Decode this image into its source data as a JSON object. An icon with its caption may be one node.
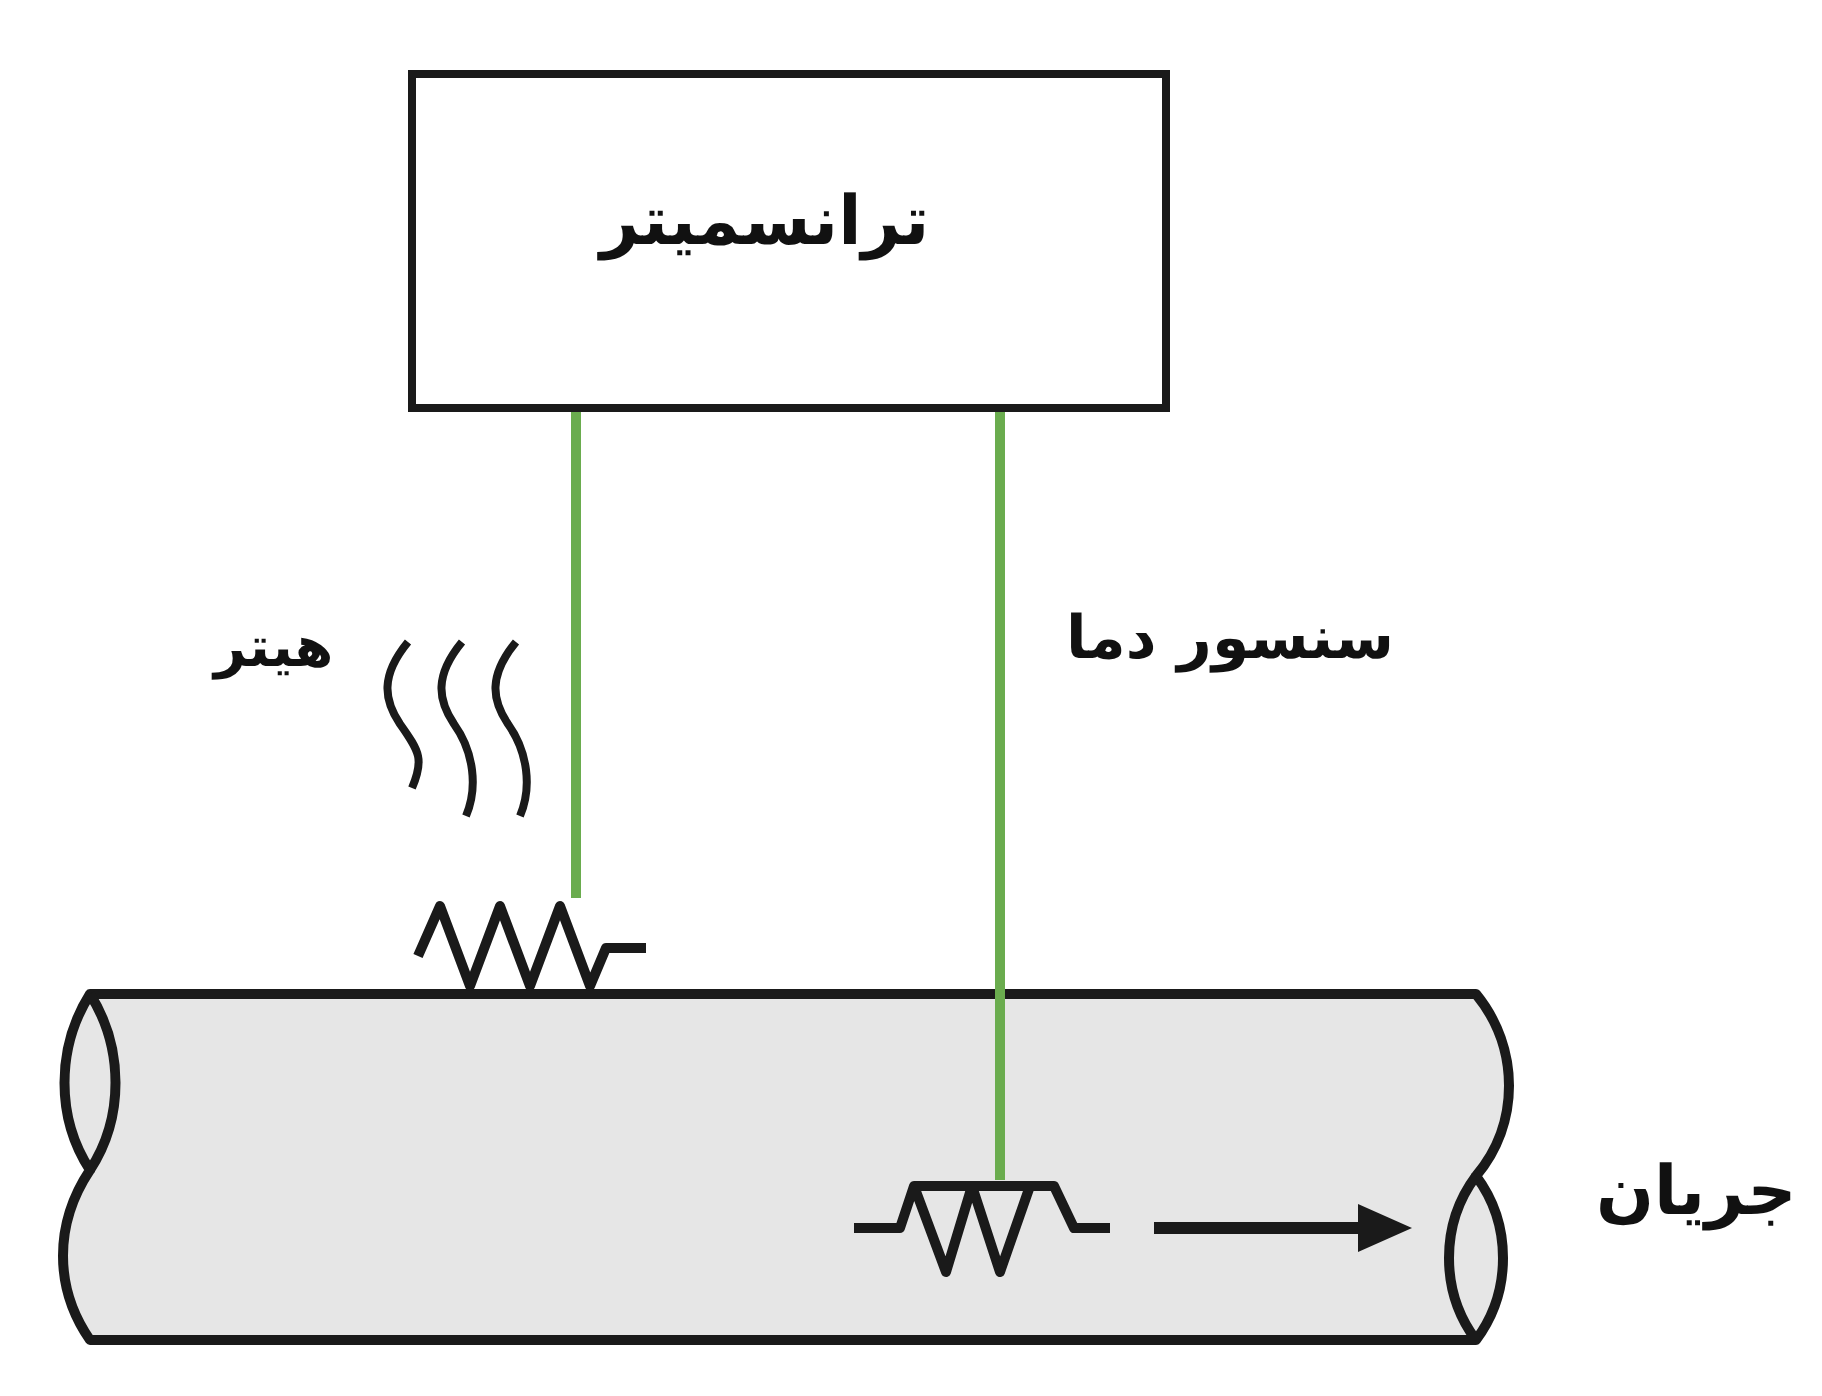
{
  "diagram": {
    "nodes": [
      {
        "text": [
          "ترانسمیتر"
        ]
      },
      {
        "text": [],
        "shape": "resistor"
      },
      {
        "text": [],
        "shape": "cylinder"
      },
      {
        "text": [],
        "shape": "resistor",
        "in": 2
      }
    ],
    "edges": [
      {
        "from": 0,
        "to": 1,
        "arrow": "none"
      },
      {
        "from": 0,
        "to": 3,
        "arrow": "none"
      }
    ],
    "labels": [
      "سنسور دما",
      "هیتر",
      "جریان"
    ]
  }
}
